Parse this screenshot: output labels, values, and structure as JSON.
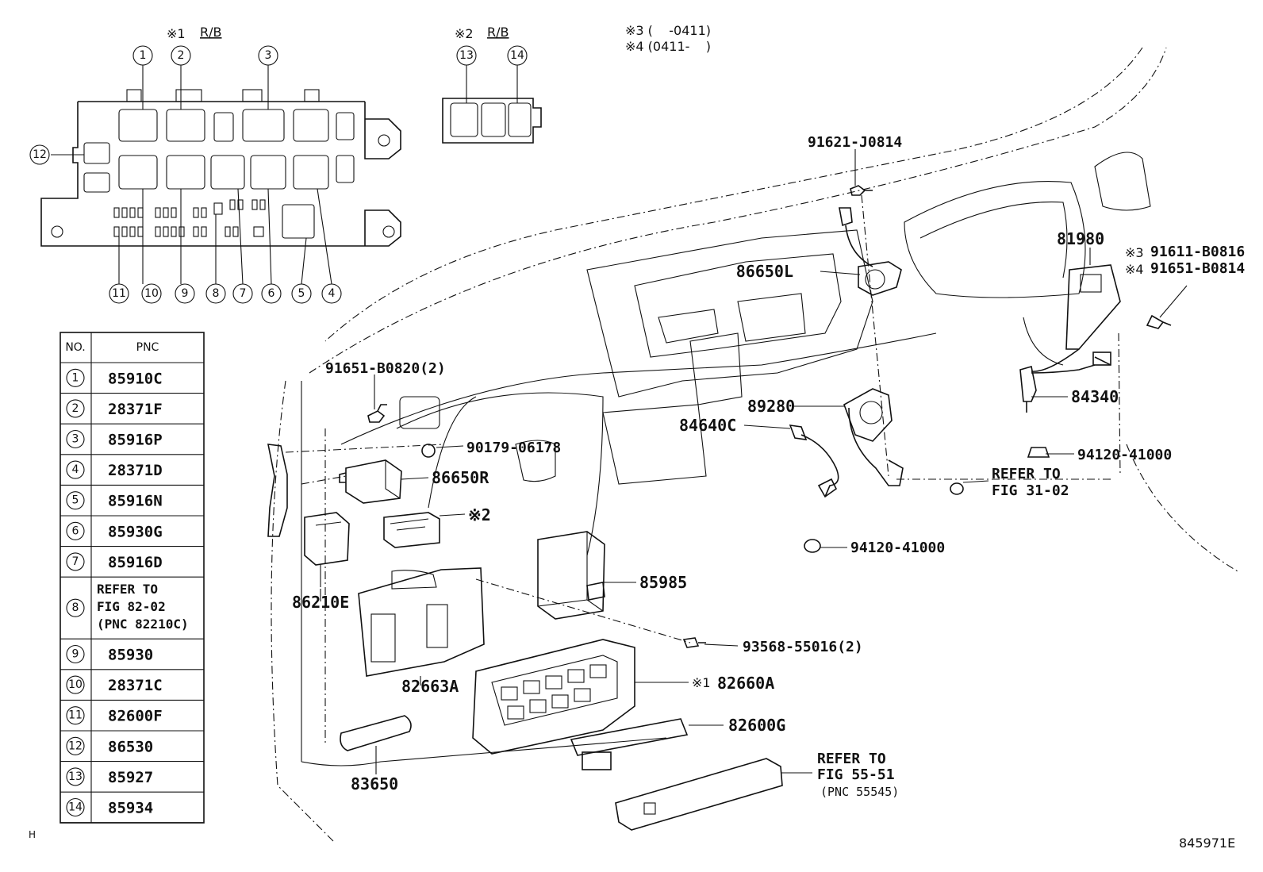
{
  "legend": {
    "note1": "※1",
    "note1_rb": "R/B",
    "note2": "※2",
    "note2_rb": "R/B",
    "note3": "※3 (    -0411)",
    "note4": "※4 (0411-    )"
  },
  "relay_block_numbers": [
    "1",
    "2",
    "3",
    "4",
    "5",
    "6",
    "7",
    "8",
    "9",
    "10",
    "11",
    "12",
    "13",
    "14"
  ],
  "table": {
    "col_no": "NO.",
    "col_pnc": "PNC",
    "rows": [
      {
        "no": "1",
        "pnc": "85910C"
      },
      {
        "no": "2",
        "pnc": "28371F"
      },
      {
        "no": "3",
        "pnc": "85916P"
      },
      {
        "no": "4",
        "pnc": "28371D"
      },
      {
        "no": "5",
        "pnc": "85916N"
      },
      {
        "no": "6",
        "pnc": "85930G"
      },
      {
        "no": "7",
        "pnc": "85916D"
      },
      {
        "no": "8",
        "pnc_lines": [
          "REFER TO",
          "FIG 82-02",
          "(PNC 82210C)"
        ]
      },
      {
        "no": "9",
        "pnc": "85930"
      },
      {
        "no": "10",
        "pnc": "28371C"
      },
      {
        "no": "11",
        "pnc": "82600F"
      },
      {
        "no": "12",
        "pnc": "86530"
      },
      {
        "no": "13",
        "pnc": "85927"
      },
      {
        "no": "14",
        "pnc": "85934"
      }
    ]
  },
  "parts": {
    "p91621": "91621-J0814",
    "p86650L": "86650L",
    "p81980": "81980",
    "p91611_prefix": "※3",
    "p91611": "91611-B0816",
    "p91651b_prefix": "※4",
    "p91651b": "91651-B0814",
    "p91651a": "91651-B0820(2)",
    "p89280": "89280",
    "p84640C": "84640C",
    "p84340": "84340",
    "p90179": "90179-06178",
    "p94120a": "94120-41000",
    "p86650R": "86650R",
    "p_ref3102_1": "REFER TO",
    "p_ref3102_2": "FIG 31-02",
    "p_star2": "※2",
    "p94120b": "94120-41000",
    "p85985": "85985",
    "p86210E": "86210E",
    "p93568": "93568-55016(2)",
    "p82663A": "82663A",
    "p82660A_prefix": "※1",
    "p82660A": "82660A",
    "p82600G": "82600G",
    "p83650": "83650",
    "p_ref5551_1": "REFER TO",
    "p_ref5551_2": "FIG 55-51",
    "p_ref5551_3": "(PNC 55545)"
  },
  "corner_mark": "H",
  "figure_code": "845971E"
}
